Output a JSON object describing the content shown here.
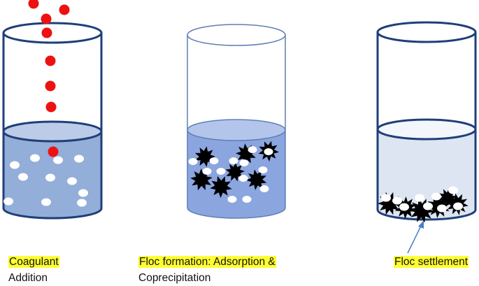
{
  "colors": {
    "coagulant": "#ee1111",
    "outline_blue": "#1f3f78",
    "outline_light": "#5f7fb4",
    "water_1": "#93aed8",
    "water_1_top": "#bccbe8",
    "water_2": "#8ba5df",
    "water_2_top": "#b4c5ec",
    "water_3": "#dde5f2",
    "water_3_top": "#f3f6fb",
    "floc": "#000000",
    "particle": "#ffffff",
    "highlight": "#ffff33",
    "arrow": "#4a7fc1"
  },
  "stages": [
    {
      "name": "coagulant-addition",
      "caption_lines": [
        "Coagulant",
        "Addition"
      ],
      "highlighted_lines": [
        true,
        false
      ]
    },
    {
      "name": "floc-formation",
      "caption_lines": [
        "Floc formation: Adsorption &",
        "Coprecipitation"
      ],
      "highlighted_lines": [
        true,
        false
      ]
    },
    {
      "name": "floc-settlement",
      "caption_lines": [
        "Floc settlement"
      ],
      "highlighted_lines": [
        true
      ]
    }
  ],
  "icons": [
    "coagulant-drop-icon",
    "floc-icon",
    "particle-icon",
    "beaker-icon",
    "arrow-icon"
  ]
}
